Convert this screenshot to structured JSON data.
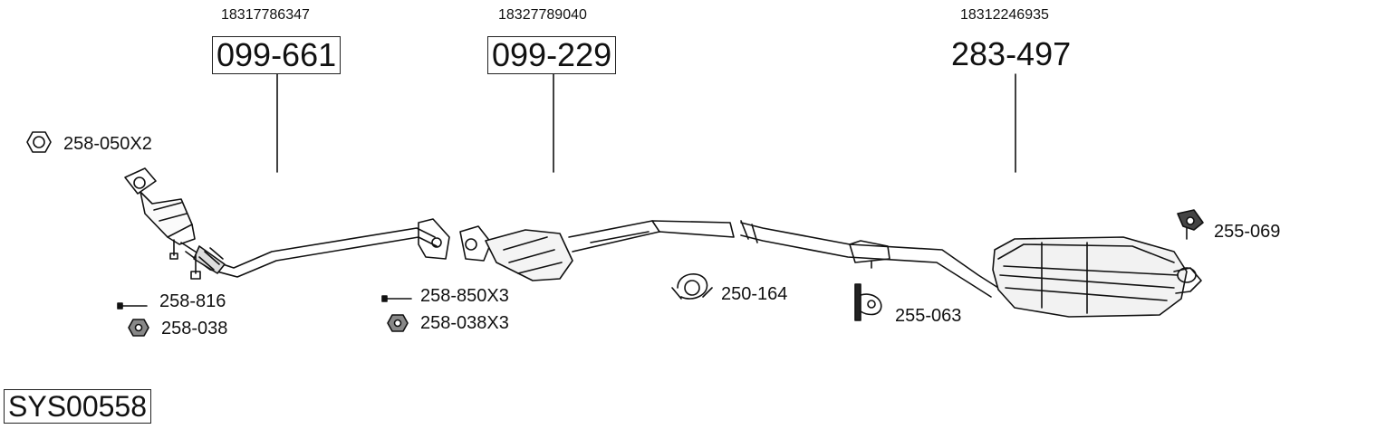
{
  "oem_numbers": [
    "18317786347",
    "18327789040",
    "18312246935"
  ],
  "parts": [
    "099-661",
    "099-229",
    "283-497"
  ],
  "hardware": {
    "nut_front": "258-050X2",
    "bolt_front": "258-816",
    "locknut_front": "258-038",
    "bolt_mid": "258-850X3",
    "locknut_mid": "258-038X3",
    "clamp": "250-164",
    "hanger_mid": "255-063",
    "hanger_rear": "255-069"
  },
  "system_code": "SYS00558"
}
